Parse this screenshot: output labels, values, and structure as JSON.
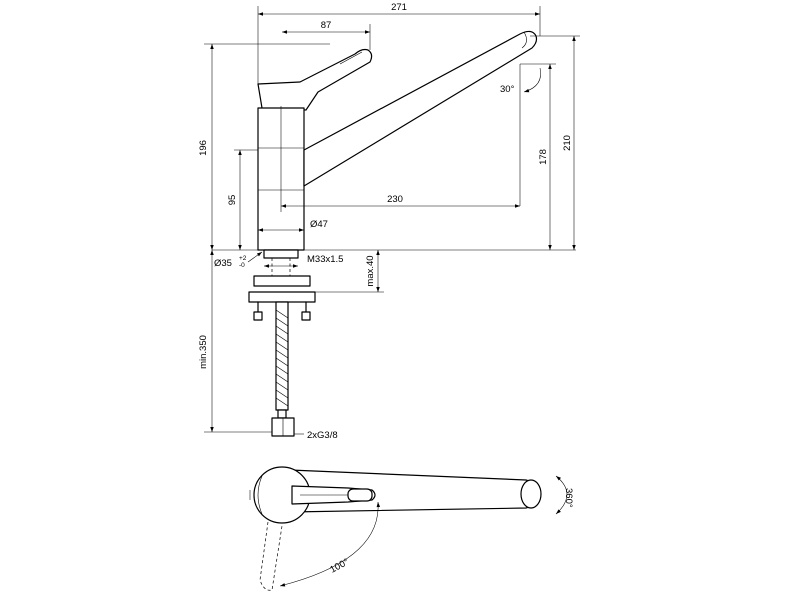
{
  "dimensions": {
    "overall_length": "271",
    "lever_width": "87",
    "total_height": "196",
    "outlet_height": "210",
    "spout_height": "178",
    "spout_angle": "30°",
    "body_height": "95",
    "spout_reach": "230",
    "body_diameter": "Ø47",
    "hole_diameter": "Ø35",
    "hole_tolerance_plus": "+2",
    "hole_tolerance_minus": "-0",
    "thread": "M33x1.5",
    "deck_thickness": "max.40",
    "hose_length": "min.350",
    "connection": "2xG3/8",
    "rotation_angle": "360°",
    "lever_angle": "100°"
  }
}
